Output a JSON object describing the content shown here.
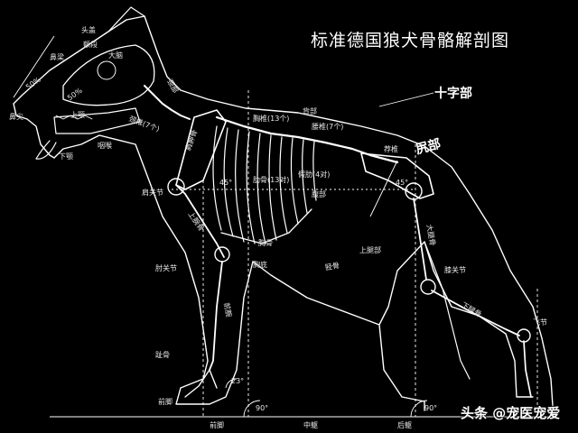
{
  "title": "标准德国狼犬骨骼解剖图",
  "labels": {
    "cross": "十字部",
    "hip": "尻部",
    "nose_bridge_pct": "50%",
    "nose_pct": "50%",
    "skull": "头盖",
    "brain": "大脑",
    "nose_top": "鼻梁",
    "nose_tip": "鼻尖",
    "stop": "额段",
    "lower_jaw": "下颚",
    "upper_jaw": "上颚",
    "throat": "咽喉",
    "neck": "颈部",
    "cervical": "颈椎(7个)",
    "spine": "背部",
    "thoracic": "胸椎(13个)",
    "lumbar": "腰椎(7个)",
    "sacrum": "荐椎",
    "scapula": "肩胛骨",
    "shoulder": "肩关节",
    "humerus": "上腕骨",
    "ribs": "肋骨(13对)",
    "false_ribs": "假肋(4对)",
    "sternum": "胸骨",
    "chest_bottom": "胸底",
    "elbow": "肘关节",
    "forearm": "前腕",
    "belly": "腹部",
    "femur": "大腿骨",
    "upper_thigh": "上腿部",
    "knee": "膝关节",
    "tibia": "下腿骨",
    "stifle": "胫骨",
    "hock": "飞节",
    "pastern": "趾骨",
    "front_foot": "前脚",
    "angle45a": "45°",
    "angle45b": "45°",
    "angle90a": "90°",
    "angle90b": "90°",
    "angle23": "23°",
    "bottom_front": "前脚",
    "bottom_mid": "中躯",
    "bottom_rear": "后躯"
  },
  "watermark": "头条 @宠医宠爱",
  "colors": {
    "background": "#000000",
    "ink": "#ffffff"
  }
}
